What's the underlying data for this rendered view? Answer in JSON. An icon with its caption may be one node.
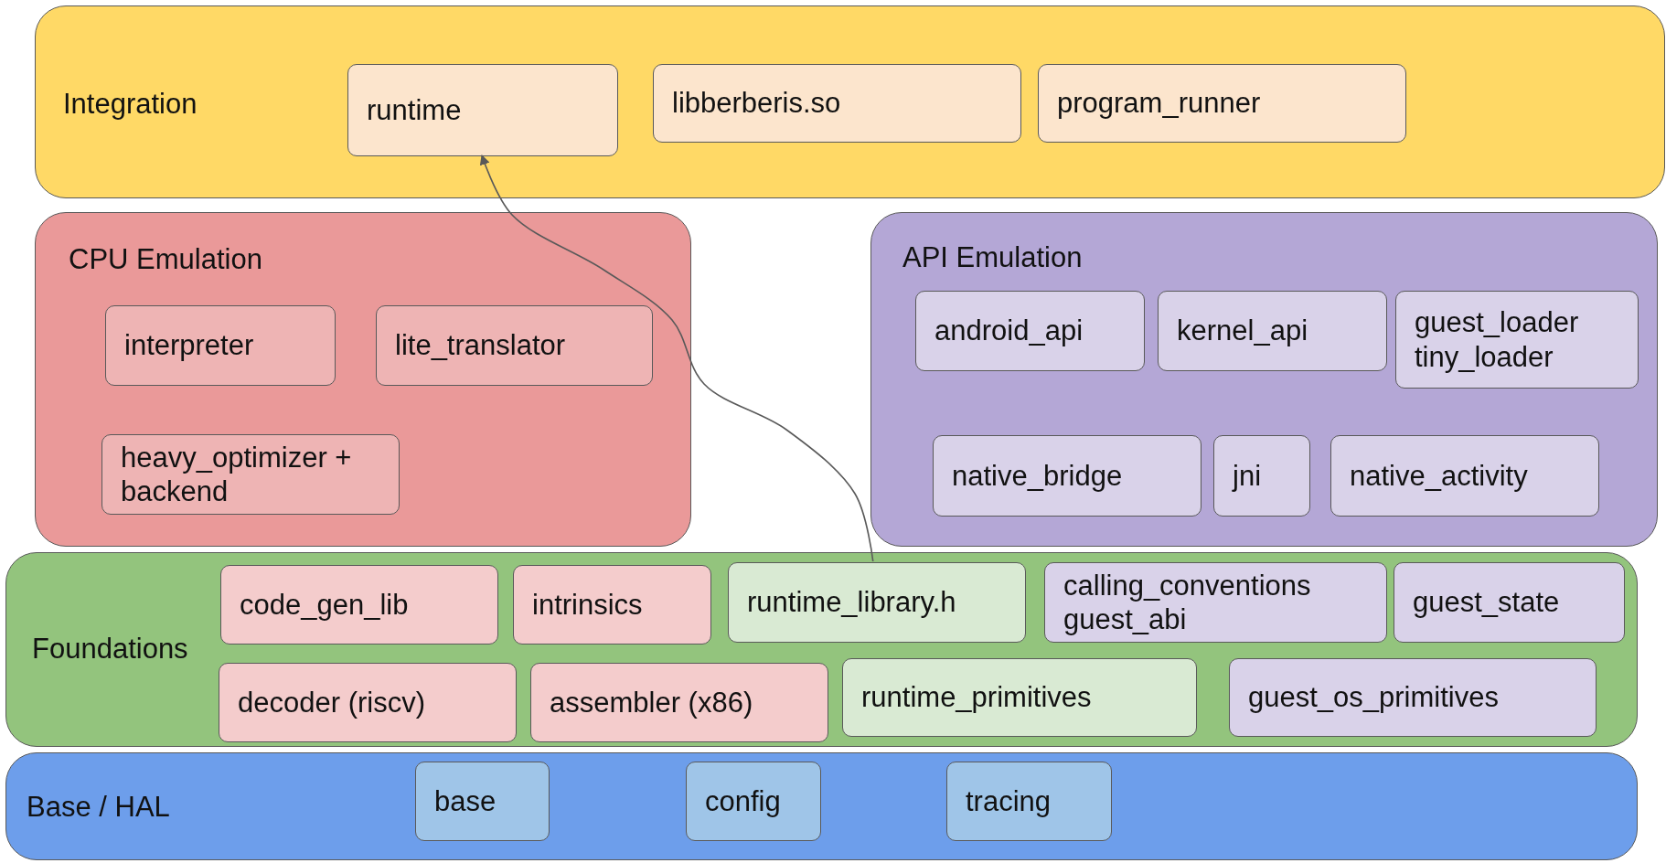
{
  "diagram": {
    "nodes": [
      {
        "text": [
          "Integration"
        ]
      },
      {
        "text": [
          "runtime"
        ],
        "in": 0
      },
      {
        "text": [
          "libberberis.so"
        ],
        "in": 0
      },
      {
        "text": [
          "program_runner"
        ],
        "in": 0
      },
      {
        "text": [
          "CPU Emulation"
        ]
      },
      {
        "text": [
          "interpreter"
        ],
        "in": 4
      },
      {
        "text": [
          "lite_translator"
        ],
        "in": 4
      },
      {
        "text": [
          "heavy_optimizer + backend"
        ],
        "in": 4
      },
      {
        "text": [
          "API Emulation"
        ]
      },
      {
        "text": [
          "android_api"
        ],
        "in": 8
      },
      {
        "text": [
          "kernel_api"
        ],
        "in": 8
      },
      {
        "text": [
          "guest_loader",
          "tiny_loader"
        ],
        "in": 8
      },
      {
        "text": [
          "native_bridge"
        ],
        "in": 8
      },
      {
        "text": [
          "jni"
        ],
        "in": 8
      },
      {
        "text": [
          "native_activity"
        ],
        "in": 8
      },
      {
        "text": [
          "Foundations"
        ]
      },
      {
        "text": [
          "code_gen_lib"
        ],
        "in": 15
      },
      {
        "text": [
          "intrinsics"
        ],
        "in": 15
      },
      {
        "text": [
          "runtime_library.h"
        ],
        "in": 15
      },
      {
        "text": [
          "calling_conventions",
          "guest_abi"
        ],
        "in": 15
      },
      {
        "text": [
          "guest_state"
        ],
        "in": 15
      },
      {
        "text": [
          "decoder (riscv)"
        ],
        "in": 15
      },
      {
        "text": [
          "assembler (x86)"
        ],
        "in": 15
      },
      {
        "text": [
          "runtime_primitives"
        ],
        "in": 15
      },
      {
        "text": [
          "guest_os_primitives"
        ],
        "in": 15
      },
      {
        "text": [
          "Base / HAL"
        ]
      },
      {
        "text": [
          "base"
        ],
        "in": 25
      },
      {
        "text": [
          "config"
        ],
        "in": 25
      },
      {
        "text": [
          "tracing"
        ],
        "in": 25
      }
    ],
    "edges": [
      {
        "from": 18,
        "to": 1,
        "arrow": "to"
      }
    ]
  }
}
